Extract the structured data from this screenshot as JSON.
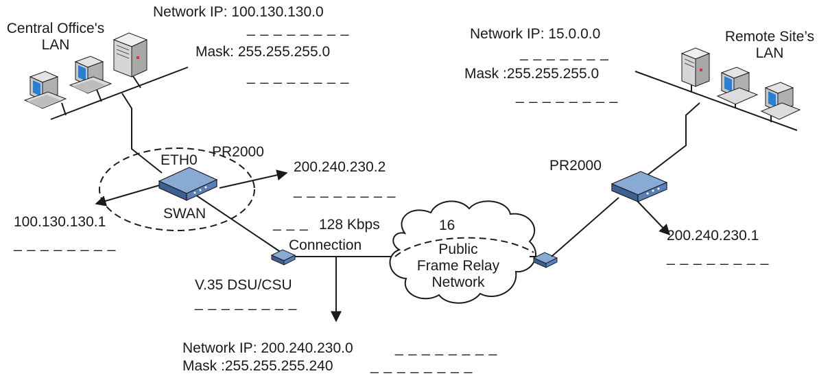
{
  "central_site": {
    "lan_label_line1": "Central Office's",
    "lan_label_line2": "LAN",
    "network_ip_label": "Network IP: 100.130.130.0",
    "mask_label": "Mask: 255.255.255.0",
    "router_label": "PR2000",
    "eth_label": "ETH0",
    "swan_label": "SWAN",
    "eth_ip": "100.130.130.1",
    "swan_ip": "200.240.230.2",
    "dsu_label": "V.35 DSU/CSU"
  },
  "remote_site": {
    "lan_label_line1": "Remote Site’s",
    "lan_label_line2": "LAN",
    "network_ip_label": "Network IP: 15.0.0.0",
    "mask_label": "Mask :255.255.255.0",
    "router_label": "PR2000",
    "wan_ip": "200.240.230.1"
  },
  "connection": {
    "speed_label": "128 Kbps",
    "connection_label": "Connection",
    "dlci": "16"
  },
  "cloud": {
    "line1": "Public",
    "line2": "Frame Relay",
    "line3": "Network"
  },
  "wan_network": {
    "network_ip_label": "Network IP: 200.240.230.0",
    "mask_label": "Mask :255.255.255.240"
  },
  "blank": "_ _ _ _ _ _ _ _",
  "blank_short": "_ _ _",
  "blank_remote_net": "_ _ _ _ _ _ _",
  "colors": {
    "line": "#1a1a1a",
    "device_blue": "#5b80b8",
    "device_blue_dark": "#3d5f94",
    "pc_gray": "#d8d8d8",
    "screen_blue": "#2a7fd0"
  }
}
